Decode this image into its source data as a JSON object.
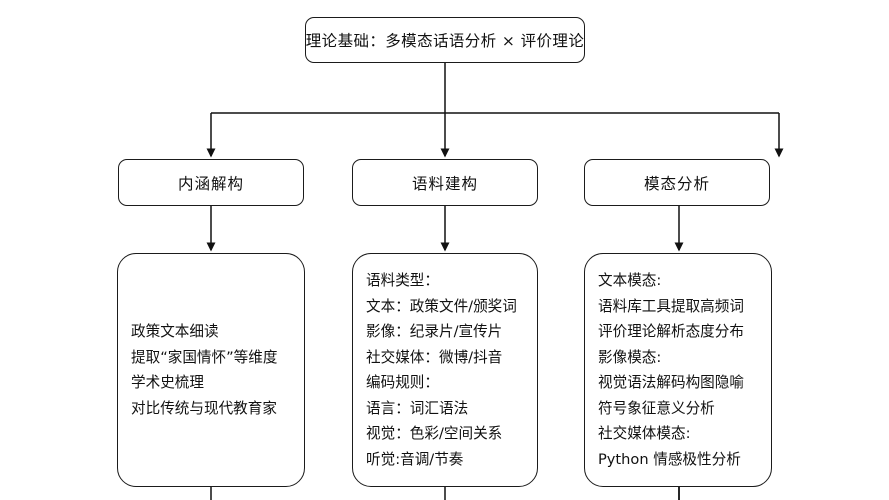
{
  "diagram": {
    "type": "flowchart",
    "orientation": "top-down",
    "line_color": "#1b1b1b",
    "background_color": "#ffffff",
    "root": {
      "id": "theory-foundation",
      "label": "理论基础：多模态话语分析 × 评价理论"
    },
    "stages": [
      {
        "id": "connotation-deconstruction",
        "label": "内涵解构"
      },
      {
        "id": "corpus-construction",
        "label": "语料建构"
      },
      {
        "id": "modality-analysis",
        "label": "模态分析"
      }
    ],
    "details": [
      {
        "id": "connotation-detail",
        "lines": [
          "政策文本细读",
          "提取“家国情怀”等维度",
          "学术史梳理",
          "对比传统与现代教育家"
        ]
      },
      {
        "id": "corpus-detail",
        "lines": [
          "语料类型：",
          "文本：政策文件/颁奖词",
          "影像：纪录片/宣传片",
          "社交媒体：微博/抖音",
          "编码规则：",
          "语言：词汇语法",
          "视觉：色彩/空间关系",
          "听觉:音调/节奏"
        ]
      },
      {
        "id": "modality-detail",
        "lines": [
          "文本模态:",
          "语料库工具提取高频词",
          "评价理论解析态度分布",
          "影像模态:",
          "视觉语法解码构图隐喻",
          "符号象征意义分析",
          "社交媒体模态:",
          "Python 情感极性分析"
        ]
      }
    ]
  }
}
